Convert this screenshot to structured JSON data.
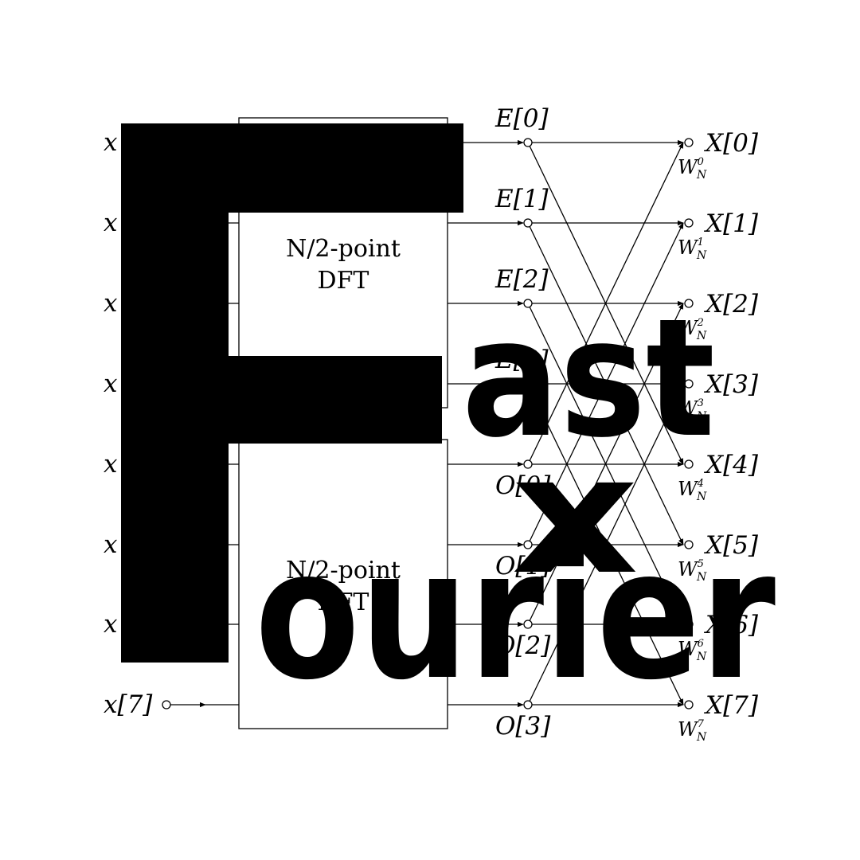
{
  "diagram": {
    "inputs": [
      "x",
      "x",
      "x",
      "x",
      "x",
      "x",
      "x",
      "x[7]"
    ],
    "dft_blocks": [
      {
        "line1": "N/2-point",
        "line2": "DFT"
      },
      {
        "line1": "N/2-point",
        "line2": "DFT"
      }
    ],
    "even_nodes": [
      "E[0]",
      "E[1]",
      "E[2]",
      "E[3]"
    ],
    "odd_nodes": [
      "O[0]",
      "O[1]",
      "O[2]",
      "O[3]"
    ],
    "outputs": [
      "X[0]",
      "X[1]",
      "X[2]",
      "X[3]",
      "X[4]",
      "X[5]",
      "X[6]",
      "X[7]"
    ],
    "twiddles": [
      {
        "base": "W",
        "sub": "N",
        "sup": "0"
      },
      {
        "base": "W",
        "sub": "N",
        "sup": "1"
      },
      {
        "base": "W",
        "sub": "N",
        "sup": "2"
      },
      {
        "base": "W",
        "sub": "N",
        "sup": "3"
      },
      {
        "base": "W",
        "sub": "N",
        "sup": "4"
      },
      {
        "base": "W",
        "sub": "N",
        "sup": "5"
      },
      {
        "base": "W",
        "sub": "N",
        "sup": "6"
      },
      {
        "base": "W",
        "sub": "N",
        "sup": "7"
      }
    ],
    "line_color": "#000000",
    "background": "#ffffff"
  },
  "overlay": {
    "big_letter": "F",
    "word1": "ast",
    "word2": "x",
    "word3": "ourier",
    "color": "#000000"
  }
}
